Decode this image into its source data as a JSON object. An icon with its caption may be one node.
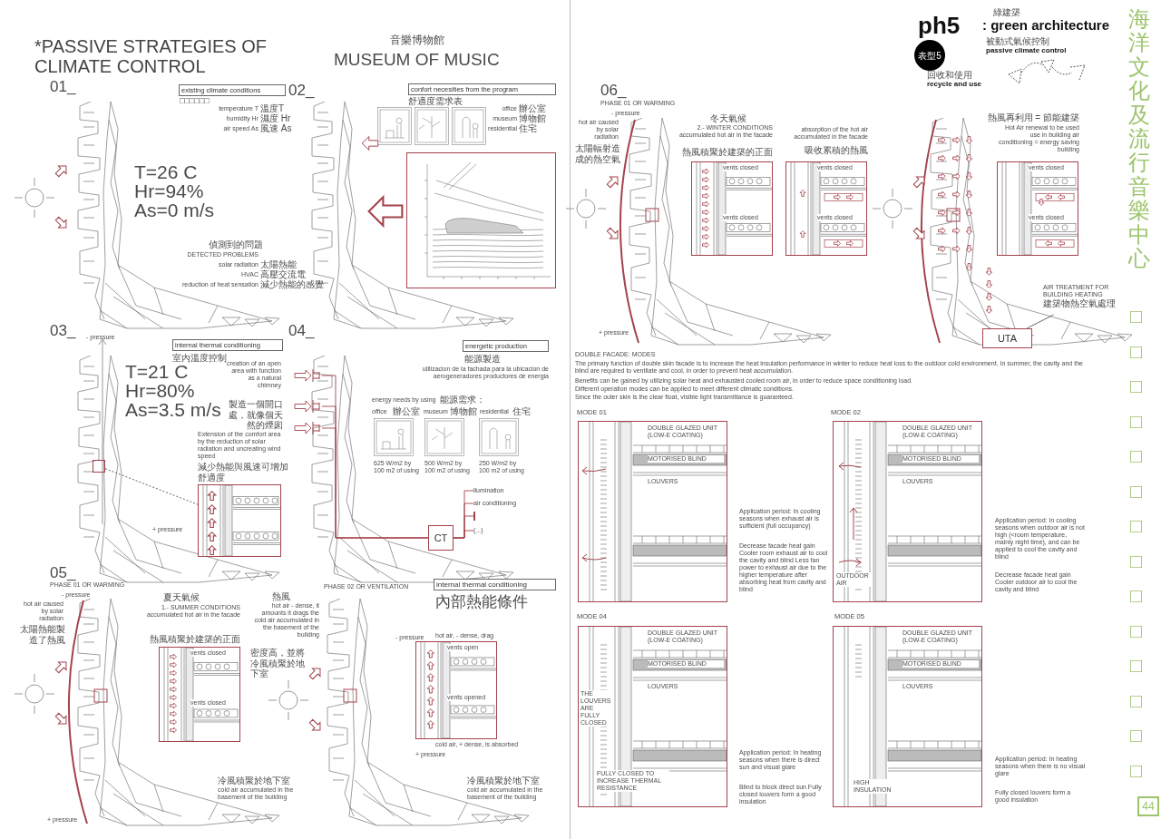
{
  "diagram": {
    "title": "*PASSIVE STRATEGIES OF CLIMATE CONTROL",
    "nodes": [
      {
        "text": [
          "existing climate conditions"
        ]
      },
      {
        "text": [
          "confort necesities from the program"
        ]
      },
      {
        "text": [],
        "shape": "picture"
      },
      {
        "text": [
          "internal thermal conditioning"
        ]
      },
      {
        "text": [],
        "shape": "picture"
      },
      {
        "text": [
          "energetic production"
        ]
      },
      {
        "text": [],
        "shape": "picture"
      },
      {
        "text": [],
        "shape": "picture"
      },
      {
        "text": [],
        "shape": "picture"
      },
      {
        "text": [
          "CT"
        ]
      },
      {
        "text": [
          "llumination"
        ]
      },
      {
        "text": [
          "air conditioning"
        ]
      },
      {
        "text": [
          "(...)"
        ]
      },
      {
        "text": [
          "vents closed",
          "vents closed"
        ]
      },
      {
        "text": [
          "internal thermal conditioning"
        ]
      },
      {
        "text": [
          "vents open",
          "vents opened"
        ]
      },
      {
        "text": [
          "vents closed",
          "vents closed"
        ]
      },
      {
        "text": [
          "vents closed",
          "vents closed"
        ]
      },
      {
        "text": [
          "vents closed",
          "vents closed"
        ]
      },
      {
        "text": [
          "UTA"
        ]
      },
      {
        "text": [
          "AIR TREATMENT FOR BUILDING HEATING",
          "建築物熱空氣處理"
        ]
      },
      {
        "text": [
          "DOUBLE GLAZED UNIT (LOW-E COATING)",
          "MOTORISED BLIND",
          "LOUVERS"
        ]
      },
      {
        "text": [
          "DOUBLE GLAZED UNIT (LOW-E COATING)",
          "MOTORISED BLIND",
          "LOUVERS",
          "OUTDOOR AIR"
        ]
      },
      {
        "text": [
          "DOUBLE GLAZED UNIT (LOW-E COATING)",
          "MOTORISED BLIND",
          "LOUVERS",
          "THE LOUVERS ARE FULLY CLOSED",
          "FULLY CLOSED TO INCREASE THERMAL RESISTANCE"
        ]
      },
      {
        "text": [
          "DOUBLE GLAZED UNIT (LOW-E COATING)",
          "MOTORISED BLIND",
          "LOUVERS",
          "HIGH INSULATION"
        ]
      },
      {
        "text": [],
        "shape": "box"
      },
      {
        "text": [],
        "shape": "bar"
      }
    ],
    "edges": [
      {
        "from": 6,
        "to": 9,
        "arrow": "none"
      },
      {
        "from": 7,
        "to": 9,
        "arrow": "none"
      },
      {
        "from": 8,
        "to": 9,
        "arrow": "none"
      },
      {
        "from": 9,
        "to": 10,
        "arrow": "none"
      },
      {
        "from": 9,
        "to": 11,
        "arrow": "none"
      },
      {
        "from": 9,
        "to": 26,
        "arrow": "none"
      },
      {
        "from": 9,
        "to": 12,
        "arrow": "none"
      },
      {
        "from": 20,
        "to": 19,
        "arrow": "none",
        "color": "#555555"
      },
      {
        "from": 25,
        "to": 4,
        "arrow": "none",
        "style": "dashed",
        "color": "#555555"
      },
      {
        "from": null,
        "to": 6,
        "arrow": "to"
      },
      {
        "from": null,
        "to": 7,
        "arrow": "to"
      },
      {
        "from": null,
        "to": 8,
        "arrow": "to"
      }
    ],
    "labels": [
      "音樂博物館",
      "MUSEUM OF MUSIC",
      "01_",
      "□□□□□□",
      "02_",
      "舒適度需求表",
      "temperature T",
      "溫度T",
      "humidity Hr",
      "濕度 Hr",
      "air speed As",
      "風速 As",
      "office",
      "辦公室",
      "museum",
      "博物館",
      "residential",
      "住宅",
      "T=26 C",
      "Hr=94%",
      "As=0 m/s",
      "偵測到的問題",
      "DETECTED PROBLEMS",
      "solar radiation",
      "太陽熱能",
      "HVAC",
      "高壓交流電",
      "reduction of heat sensation",
      "減少熱能的感覺",
      "03_",
      "- pressure",
      "室內溫度控制",
      "T=21 C",
      "Hr=80%",
      "As=3.5 m/s",
      "creation of an open area with function as a natural chimney",
      "製造一個開口處，就像個天然的煙囱",
      "Extension of the comfort area by the reduction of solar radiation and uncreating wind speed",
      "減少熱能與風速可增加舒適度",
      "+ pressure",
      "04_",
      "能源製造",
      "utilizacion de la fachada para la ubicacion de aerogeneradores productores de energia",
      "energy needs by using",
      "能源需求：",
      "office",
      "辦公室",
      "museum",
      "博物館",
      "residential",
      "住宅",
      "625 W/m2 by 100 m2 of using",
      "500 W/m2 by 100 m2 of using",
      "250 W/m2 by 100 m2 of using",
      "05_",
      "PHASE 01 OR WARMING",
      "- pressure",
      "hot air caused by solar radiation",
      "太陽熱能製造了熱風",
      "夏天氣候",
      "1.- SUMMER CONDITIONS accumulated hot air in the facade",
      "熱風積聚於建築的正面",
      "+ pressure",
      "冷風積聚於地下室",
      "cold air accumulated in the basement of the building",
      "PHASE 02 OR VENTILATION",
      "熱風",
      "hot air - dense, it amounts it drags the cold air accumulated in the basement of the building",
      "密度高，並將冷風積聚於地下室",
      "內部熱能條件",
      "- pressure",
      "hot air, - dense, drag",
      "cold air, + dense, is absorbed",
      "+ pressure",
      "冷風積聚於地下室",
      "cold air accumulated in the basement of the building",
      "綠建築",
      "ph5",
      ": green architecture",
      "表型5",
      "被動式氣候控制",
      "passive climate control",
      "回收和使用",
      "recycle and use",
      "海洋文化及流行音樂中心",
      "□□□□□□□□□□□□□□",
      "44",
      "06_",
      "PHASE 01 OR WARMING",
      "- pressure",
      "hot air caused by solar radiation",
      "太陽輻射造成的熱空氣",
      "冬天氣候",
      "2.- WINTER CONDITIONS accumulated hot air in the facade",
      "熱風積聚於建築的正面",
      "absorption of the hot air accumulated in the facade",
      "吸收累積的熱風",
      "+ pressure",
      "熱風再利用 = 節能建築",
      "Hot Air renewal to be used use in building air conditioning = energy saving building",
      "DOUBLE FACADE: MODES",
      "The primary function of double skin facade is to increase the heat insulation performance in winter to reduce heat loss to the outdoor cold environment. In summer, the cavity and the blind are required to ventilate and cool, in order to prevent heat accumulation.",
      "Benefits can be gained by utilizing solar heat and exhausted cooled room air, in order to reduce space conditioning load.",
      "Different operation modes can be applied to meet different climatic conditions.",
      "Since the outer skin is the clear float, visible light transmittance is guaranteed.",
      "MODE 01",
      "MODE 02",
      "Application period: In cooling seasons when exhaust air is sufficient (full occupancy)",
      "Decrease facade heat gain Cooler room exhaust air to cool the cavity and blind Less fan power to exhaust air due to the higher temperature after absorbing heat from cavity and blind",
      "Application period: In cooling seasons when outdoor air is not high (<room temperature, mainly night time), and can be applied to cool the cavity and blind",
      "Decrease facade heat gain Cooler outdoor air to cool the cavity and blind",
      "MODE 04",
      "MODE 05",
      "Application period: In heating seasons when there is direct sun and visual glare",
      "Blind to block direct sun Fully closed louvers form a good insulation",
      "Application period: In heating seasons when there is no visual glare",
      "Fully closed louvers form a good insulation"
    ]
  }
}
